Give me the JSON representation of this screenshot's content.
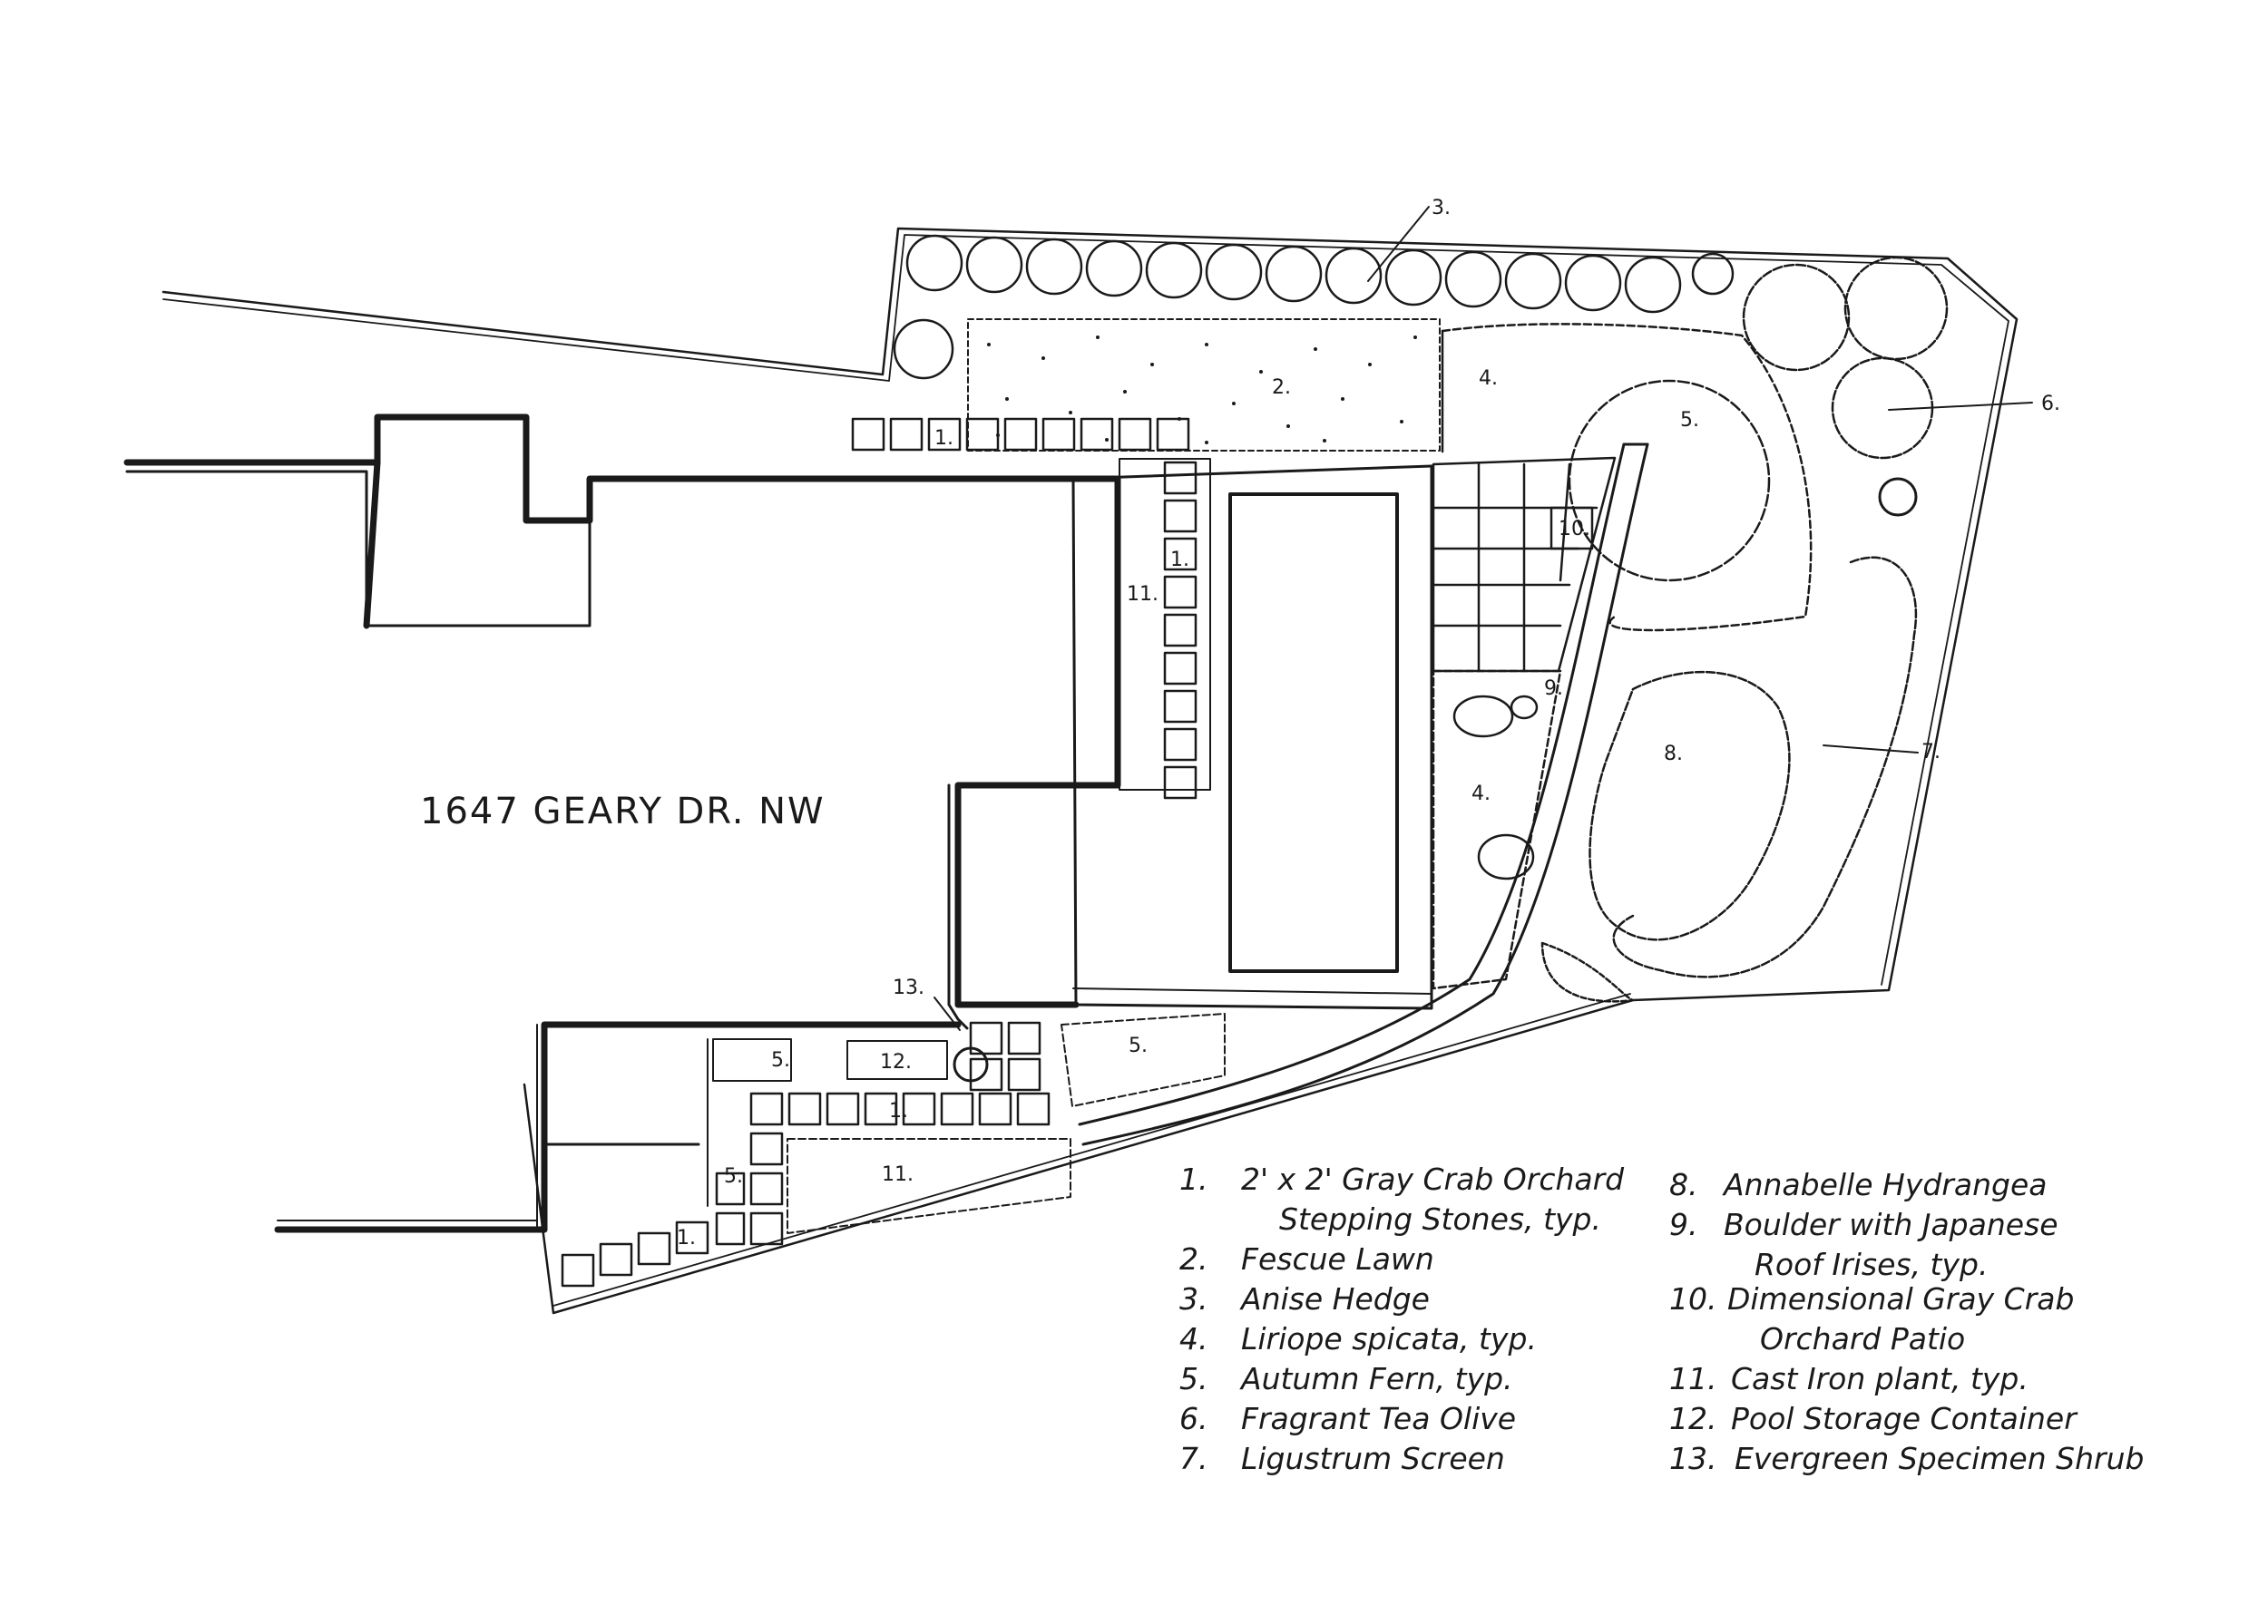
{
  "address": "1647 GEARY DR. NW",
  "legend": {
    "left": [
      {
        "num": "1.",
        "lines": [
          "2' x 2'  Gray Crab Orchard",
          "Stepping Stones, typ."
        ]
      },
      {
        "num": "2.",
        "lines": [
          "Fescue Lawn"
        ]
      },
      {
        "num": "3.",
        "lines": [
          "Anise Hedge"
        ]
      },
      {
        "num": "4.",
        "lines": [
          "Liriope spicata, typ."
        ]
      },
      {
        "num": "5.",
        "lines": [
          "Autumn Fern, typ."
        ]
      },
      {
        "num": "6.",
        "lines": [
          "Fragrant Tea Olive"
        ]
      },
      {
        "num": "7.",
        "lines": [
          "Ligustrum Screen"
        ]
      }
    ],
    "right": [
      {
        "num": "8.",
        "lines": [
          "Annabelle Hydrangea"
        ]
      },
      {
        "num": "9.",
        "lines": [
          "Boulder with Japanese",
          "Roof Irises, typ."
        ]
      },
      {
        "num": "10.",
        "lines": [
          "Dimensional Gray Crab",
          "Orchard Patio"
        ]
      },
      {
        "num": "11.",
        "lines": [
          "Cast Iron plant, typ."
        ]
      },
      {
        "num": "12.",
        "lines": [
          "Pool Storage Container"
        ]
      },
      {
        "num": "13.",
        "lines": [
          "Evergreen Specimen Shrub"
        ]
      }
    ]
  },
  "callouts": {
    "hedge": "3.",
    "lawn": "2.",
    "liriope_top": "4.",
    "fern_bed": "5.",
    "tea_olive": "6.",
    "stone_top": "1.",
    "stone_side": "1.",
    "cast_iron_side": "11.",
    "patio": "10.",
    "boulder": "9.",
    "liriope_mid": "4.",
    "hydrangea": "8.",
    "ligustrum": "7.",
    "specimen": "13.",
    "fern_a": "5.",
    "storage": "12.",
    "fern_b": "5.",
    "stone_bottom": "1.",
    "cast_iron_bottom": "11.",
    "fern_c": "5.",
    "stone_corner": "1."
  }
}
